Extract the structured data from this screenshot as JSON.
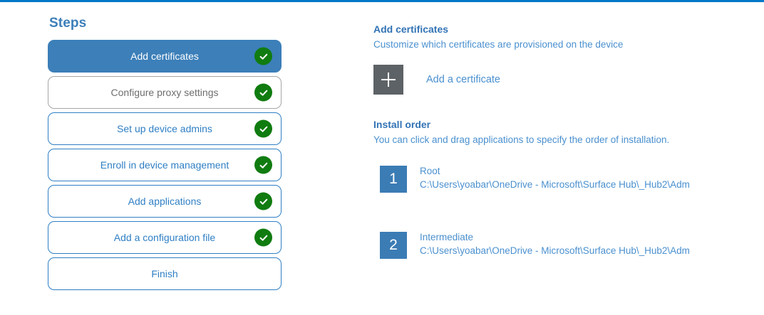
{
  "theme": {
    "top_rule_color": "#0078c8",
    "accent_blue": "#3c7fb9",
    "link_blue": "#4a90cf",
    "check_green": "#107c10",
    "tile_gray": "#5d6266",
    "muted_gray": "#6e6e6e"
  },
  "steps": {
    "heading": "Steps",
    "items": [
      {
        "label": "Add certificates",
        "state": "active",
        "completed": true
      },
      {
        "label": "Configure proxy settings",
        "state": "muted",
        "completed": true
      },
      {
        "label": "Set up device admins",
        "state": "default",
        "completed": true
      },
      {
        "label": "Enroll in device management",
        "state": "default",
        "completed": true
      },
      {
        "label": "Add applications",
        "state": "default",
        "completed": true
      },
      {
        "label": "Add a configuration file",
        "state": "default",
        "completed": true
      },
      {
        "label": "Finish",
        "state": "default",
        "completed": false
      }
    ]
  },
  "detail": {
    "title": "Add certificates",
    "subtitle": "Customize which certificates are provisioned on the device",
    "add_certificate_label": "Add a certificate",
    "plus_icon": "plus-icon",
    "install_order": {
      "title": "Install order",
      "description": "You can click and drag applications to specify the order of installation."
    },
    "certificates": [
      {
        "number": "1",
        "name": "Root",
        "path": "C:\\Users\\yoabar\\OneDrive - Microsoft\\Surface Hub\\_Hub2\\Adm"
      },
      {
        "number": "2",
        "name": "Intermediate",
        "path": "C:\\Users\\yoabar\\OneDrive - Microsoft\\Surface Hub\\_Hub2\\Adm"
      }
    ]
  }
}
